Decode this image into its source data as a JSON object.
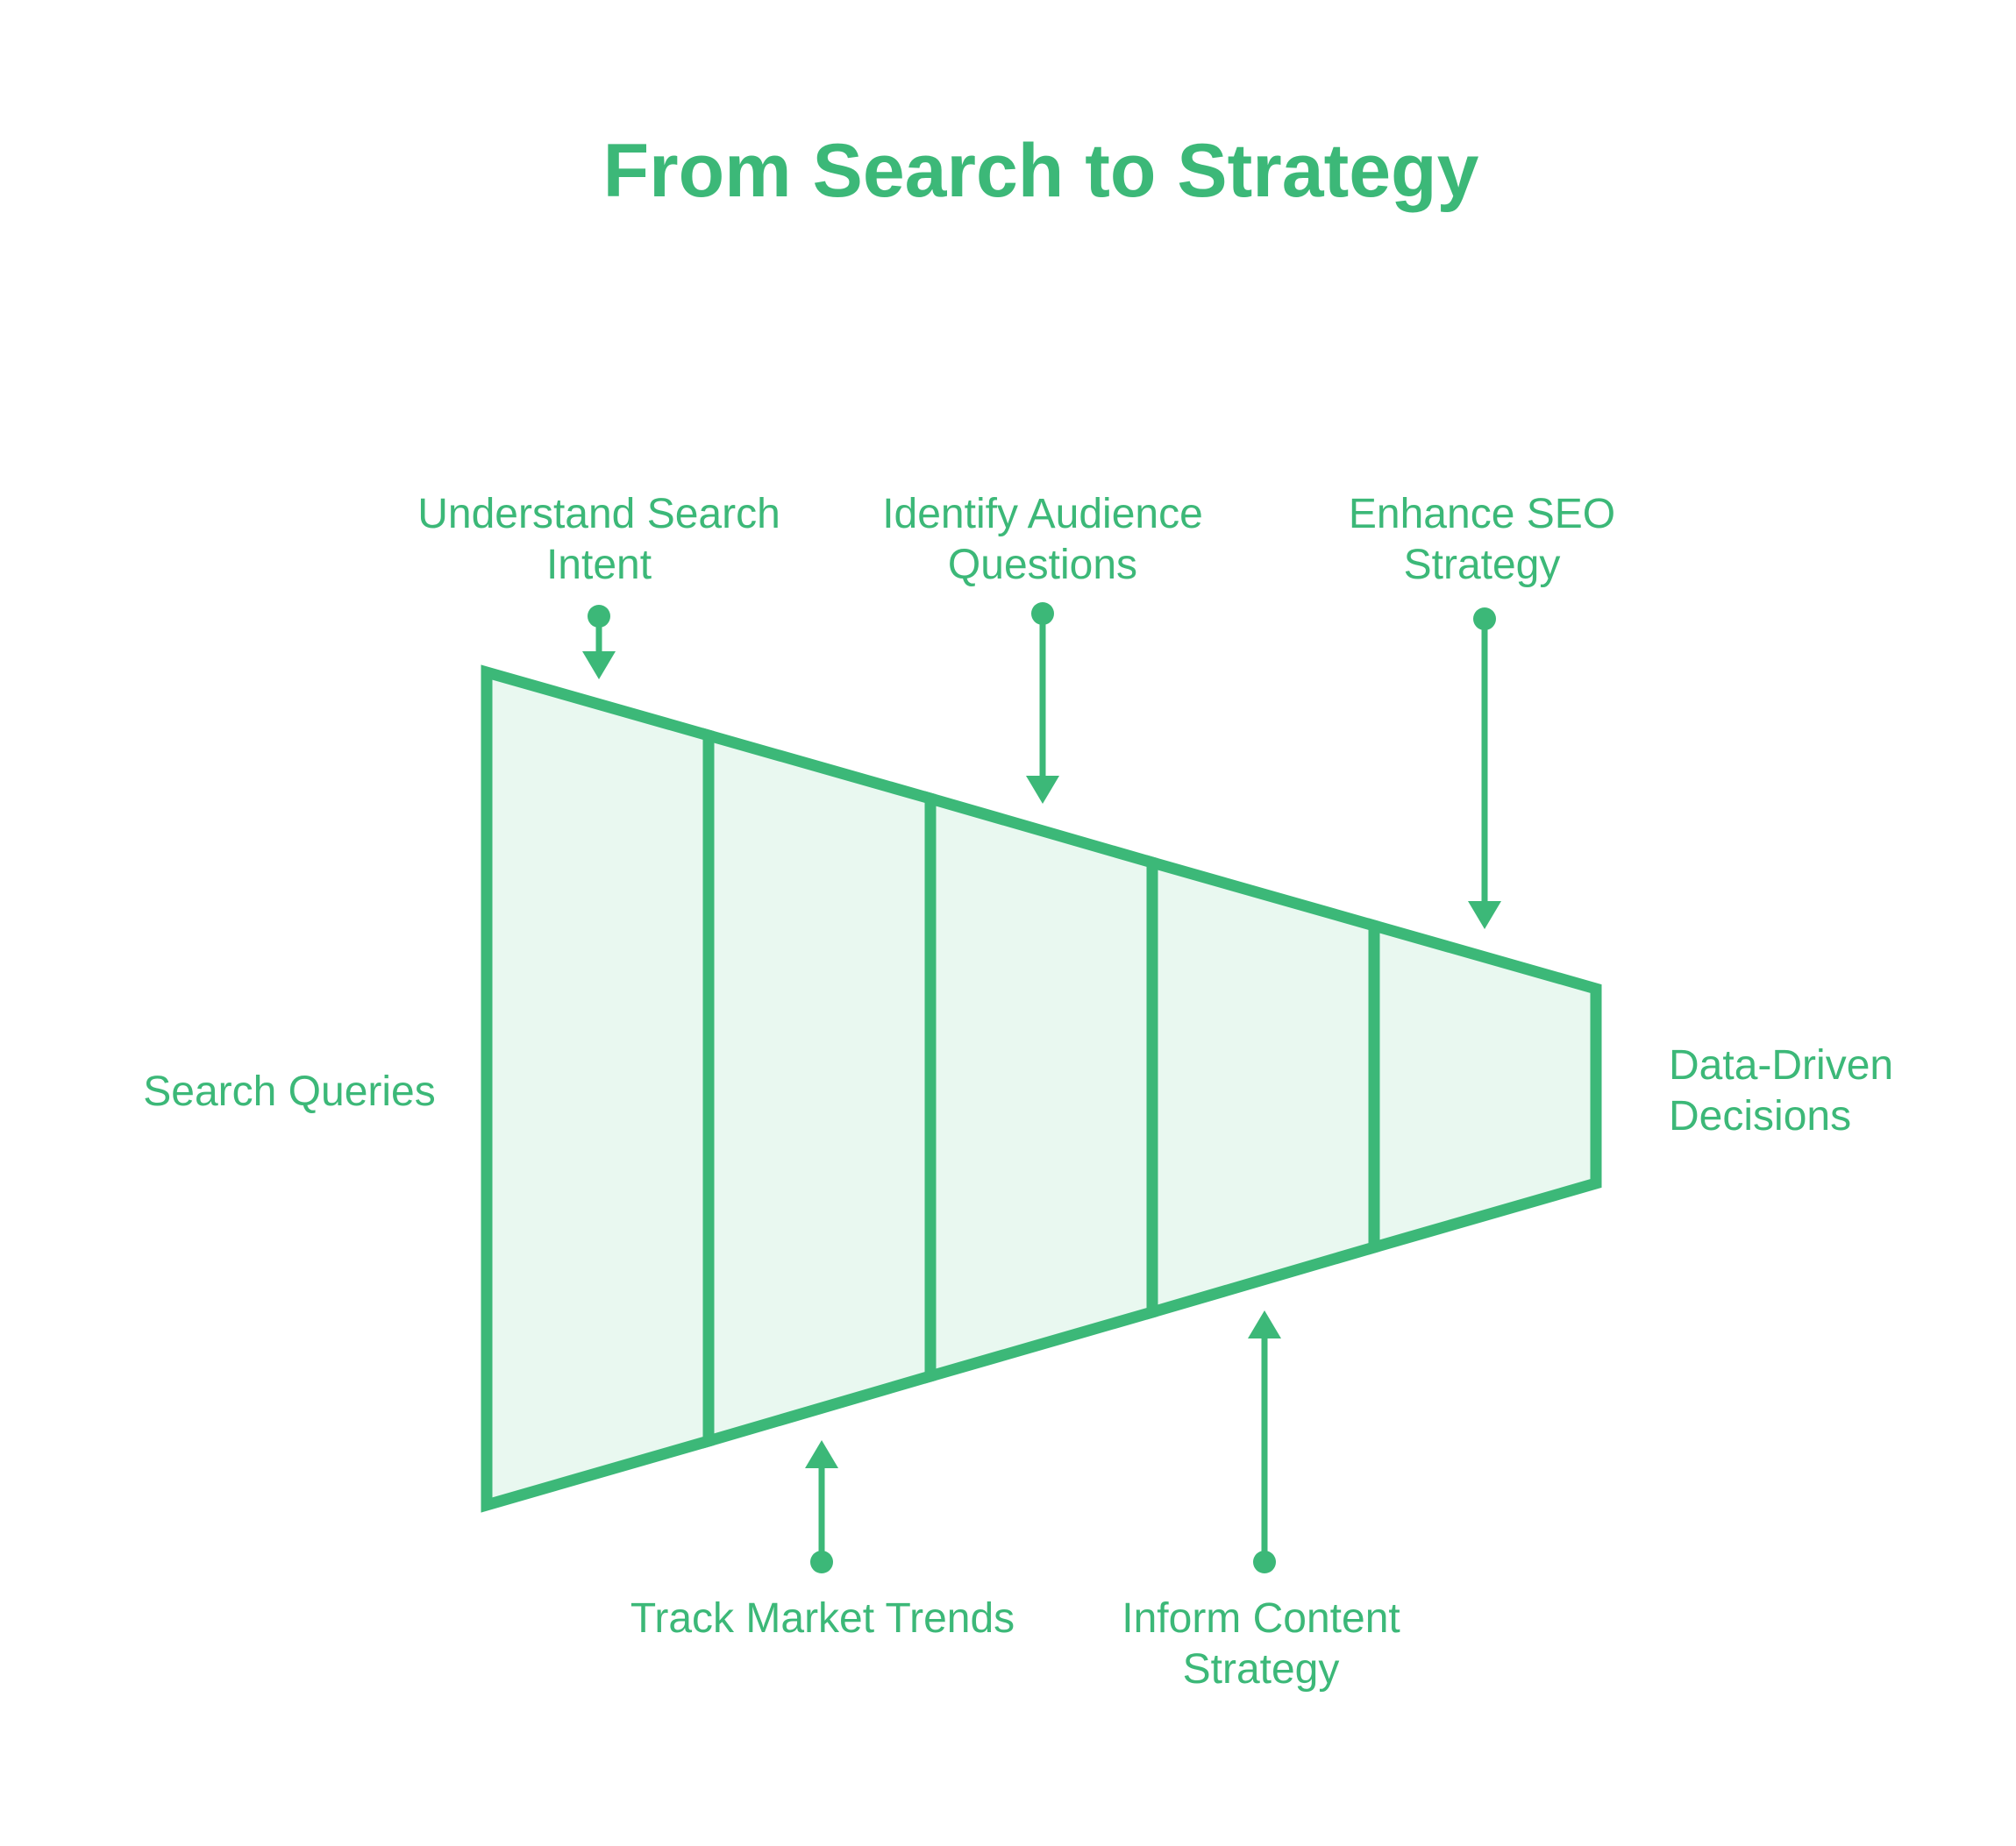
{
  "title": "From Search to Strategy",
  "colors": {
    "accent": "#3cb878",
    "funnel_fill": "#e9f8f0",
    "background": "#ffffff"
  },
  "funnel": {
    "type": "horizontal-funnel",
    "segment_count": 5,
    "left_label": "Search Queries",
    "right_label": "Data-Driven\nDecisions",
    "callouts_top": [
      {
        "label": "Understand Search\nIntent"
      },
      {
        "label": "Identify Audience\nQuestions"
      },
      {
        "label": "Enhance SEO\nStrategy"
      }
    ],
    "callouts_bottom": [
      {
        "label": "Track Market Trends"
      },
      {
        "label": "Inform Content\nStrategy"
      }
    ]
  }
}
